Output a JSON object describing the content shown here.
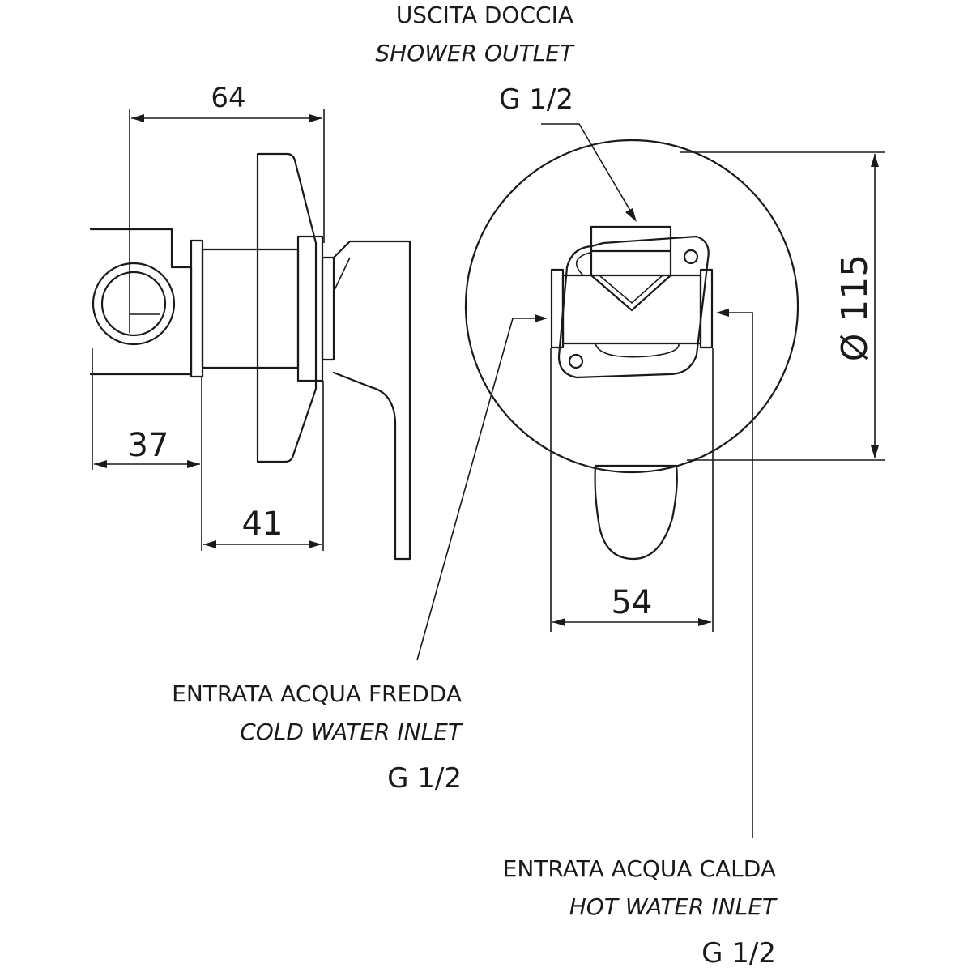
{
  "labels": {
    "shower_outlet_it": "USCITA DOCCIA",
    "shower_outlet_en": "SHOWER OUTLET",
    "shower_outlet_thread": "G 1/2",
    "cold_inlet_it": "ENTRATA ACQUA FREDDA",
    "cold_inlet_en": "COLD WATER INLET",
    "cold_inlet_thread": "G 1/2",
    "hot_inlet_it": "ENTRATA ACQUA CALDA",
    "hot_inlet_en": "HOT WATER INLET",
    "hot_inlet_thread": "G 1/2"
  },
  "dimensions": {
    "overall_depth": "64",
    "body_depth": "37",
    "cover_depth": "41",
    "inlet_spacing": "54",
    "plate_diameter": "Ø 115"
  }
}
